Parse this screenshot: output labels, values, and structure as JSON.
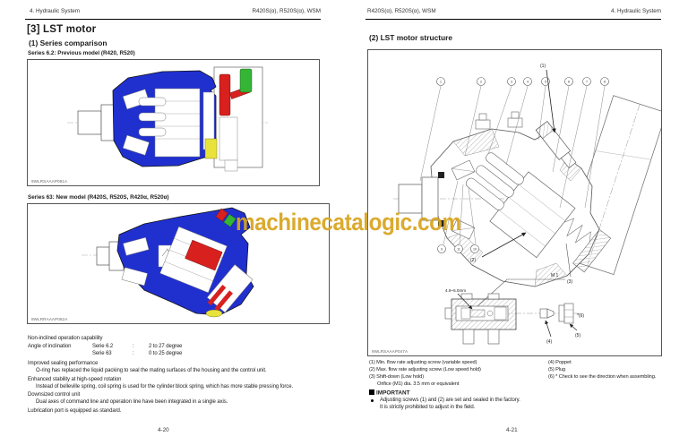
{
  "watermark": {
    "text": "machinecatalogic.com",
    "color": "#D8A41E"
  },
  "colors": {
    "blue": "#2030CF",
    "red": "#D8201E",
    "green": "#35B535",
    "yellow": "#E8E23C"
  },
  "left_page": {
    "header_left": "4. Hydraulic System",
    "header_right": "R420S(α), R520S(α), WSM",
    "title": "[3] LST motor",
    "section": "(1) Series comparison",
    "figure1": {
      "label": "Series 6.2: Previous model (R420, R520)",
      "code": "9WLRSAAAP081A"
    },
    "figure2": {
      "label": "Series 63: New model (R420S, R520S, R420α, R520α)",
      "code": "9WLRRAAAP062A"
    },
    "notes": {
      "n1_title": "Non-inclined operation capability",
      "angle_label": "Angle of inclination",
      "angle_rows": [
        {
          "name": "Serie 6.2",
          "colon": ":",
          "value": "2 to 27 degree"
        },
        {
          "name": "Serie 63",
          "colon": ":",
          "value": "0 to 25 degree"
        }
      ],
      "n2_title": "Improved sealing performance",
      "n2_body": "O-ring has replaced the liquid packing to seal the mating surfaces of the housing and the control unit.",
      "n3_title": "Enhanced stability at high-speed rotation",
      "n3_body": "Instead of belleville spring, coil spring is used for the cylinder block spring, which has more stable pressing force.",
      "n4_title": "Downsized control unit",
      "n4_body": "Dual axes of command line and operation line have been integrated in a single axis.",
      "n5_title": "Lubrication port is equipped as standard."
    },
    "page_number": "4-20"
  },
  "right_page": {
    "header_left": "R420S(α), R520S(α), WSM",
    "header_right": "4. Hydraulic System",
    "title": "(2) LST motor structure",
    "figure": {
      "code": "9WLRSAAAP047A",
      "label_1": "(1)",
      "label_2": "(2)",
      "label_3": "(3)",
      "label_4": "(4)",
      "label_5": "(5)",
      "label_6": "*(6)",
      "m1": "M 1",
      "dimension": "4.9~5.0mm",
      "top_circles": [
        "1",
        "2",
        "3",
        "4",
        "5",
        "6",
        "7",
        "8"
      ],
      "bottom_circles": [
        "9",
        "11",
        "10"
      ]
    },
    "legend": {
      "col1": [
        "(1) Min. flow rate adjusting screw (variable speed)",
        "(2) Max. flow rate adjusting screw (Low speed hold)",
        "(3) Shift-down (Low hold)",
        "Orifice (M1) dia. 3.5 mm or equivalent"
      ],
      "col2": [
        "(4) Poppet",
        "(5) Plug",
        "(6) * Check to see the direction when assembling."
      ]
    },
    "important": {
      "title": "IMPORTANT",
      "line1": "Adjusting screws (1) and (2) are set and sealed in the factory.",
      "line2": "It is strictly prohibited to adjust in the field."
    },
    "page_number": "4-21"
  }
}
